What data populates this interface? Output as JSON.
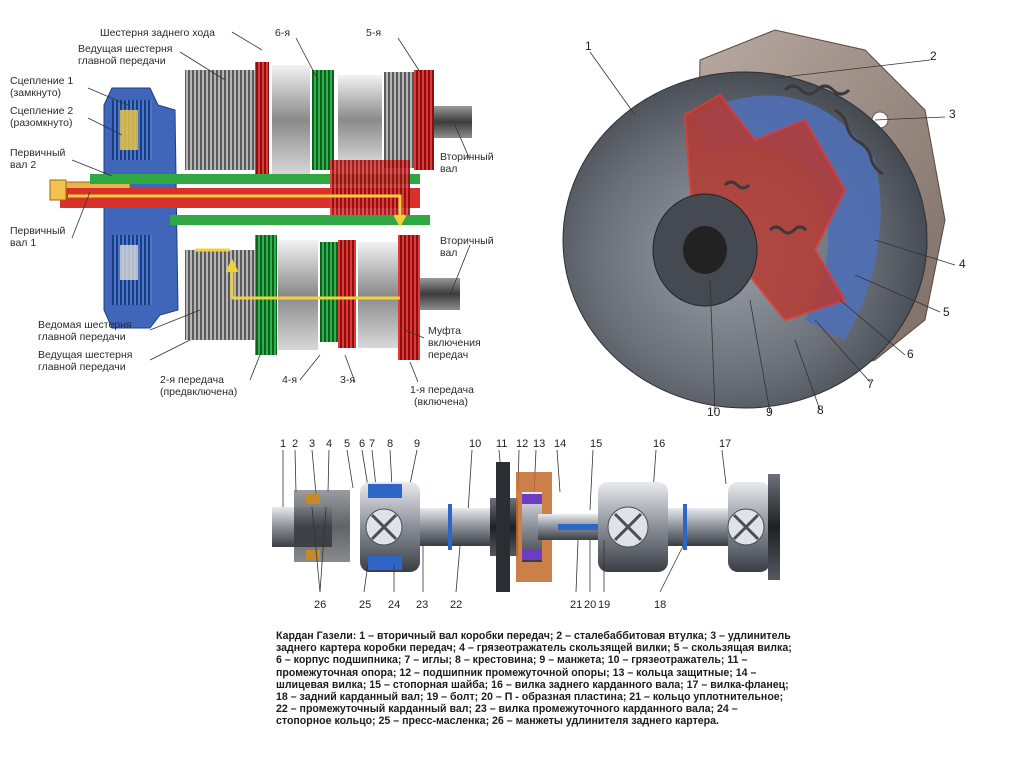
{
  "gearbox": {
    "labels": {
      "reverse_gear": "Шестерня заднего хода",
      "gear6": "6-я",
      "gear5": "5-я",
      "drive_main_gear_top_1": "Ведущая шестерня",
      "drive_main_gear_top_2": "главной передачи",
      "clutch1_1": "Сцепление 1",
      "clutch1_2": "(замкнуто)",
      "clutch2_1": "Сцепление 2",
      "clutch2_2": "(разомкнуто)",
      "input_shaft2_1": "Первичный",
      "input_shaft2_2": "вал 2",
      "input_shaft1_1": "Первичный",
      "input_shaft1_2": "вал 1",
      "output_shaft_top_1": "Вторичный",
      "output_shaft_top_2": "вал",
      "output_shaft_bottom_1": "Вторичный",
      "output_shaft_bottom_2": "вал",
      "driven_main_gear_1": "Ведомая шестерня",
      "driven_main_gear_2": "главной передачи",
      "drive_main_gear_bottom_1": "Ведущая шестерня",
      "drive_main_gear_bottom_2": "главной передачи",
      "gear2_1": "2-я передача",
      "gear2_2": "(предвключена)",
      "gear4": "4-я",
      "gear3": "3-я",
      "gear1_1": "1-я передача",
      "gear1_2": "(включена)",
      "sync_sleeve_1": "Муфта",
      "sync_sleeve_2": "включения",
      "sync_sleeve_3": "передач"
    }
  },
  "clutch": {
    "numbers": [
      "1",
      "2",
      "3",
      "4",
      "5",
      "6",
      "7",
      "8",
      "9",
      "10"
    ]
  },
  "driveshaft": {
    "top_numbers": [
      "1",
      "2",
      "3",
      "4",
      "5",
      "6",
      "7",
      "8",
      "9",
      "10",
      "11",
      "12",
      "13",
      "14",
      "15",
      "16",
      "17"
    ],
    "bottom_numbers": [
      "26",
      "25",
      "24",
      "23",
      "22",
      "21",
      "20",
      "19",
      "18"
    ]
  },
  "caption": "Кардан Газели: 1 – вторичный вал коробки передач; 2 – сталебаббитовая втулка; 3 – удлинитель заднего картера коробки передач; 4 – грязеотражатель скользящей вилки; 5 – скользящая вилка; 6 – корпус подшипника; 7 – иглы; 8 – крестовина; 9 – манжета; 10 – грязеотражатель; 11 – промежуточная опора; 12 – подшипник промежуточной опоры; 13 – кольца защитные; 14 – шлицевая вилка; 15 – стопорная шайба; 16 – вилка заднего карданного вала; 17 – вилка-фланец; 18 – задний карданный вал; 19 – болт; 20 – П - образная пластина; 21 – кольцо уплотнительное; 22 – промежуточный карданный вал; 23 – вилка промежуточного карданного вала; 24 – стопорное кольцо; 25 – пресс-масленка; 26 – манжеты удлинителя заднего картера."
}
